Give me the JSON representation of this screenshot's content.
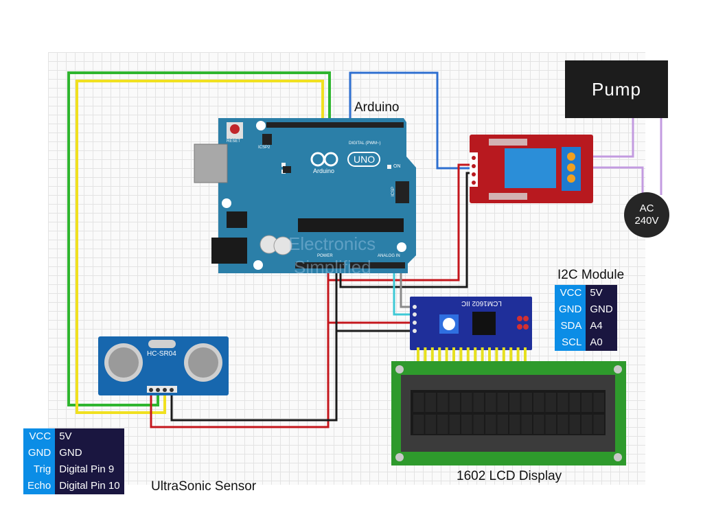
{
  "labels": {
    "arduino": "Arduino",
    "pump": "Pump",
    "ac_line1": "AC",
    "ac_line2": "240V",
    "i2c_title": "I2C Module",
    "lcd": "1602 LCD Display",
    "ultrasonic": "UltraSonic Sensor",
    "sensor_model": "HC-SR04",
    "i2c_model": "LCM1602 IIC",
    "uno_text": "UNO",
    "arduino_small": "Arduino",
    "reset": "RESET",
    "power": "POWER",
    "analog_in": "ANALOG IN",
    "digital": "DIGITAL (PWM~)",
    "icsp": "ICSP",
    "icsp2": "ICSP2",
    "on_label": "ON",
    "watermark_line1": "Electronics",
    "watermark_line2": "Simplified"
  },
  "i2c_pins": [
    {
      "key": "VCC",
      "value": "5V"
    },
    {
      "key": "GND",
      "value": "GND"
    },
    {
      "key": "SDA",
      "value": "A4"
    },
    {
      "key": "SCL",
      "value": "A0"
    }
  ],
  "sensor_pins": [
    {
      "key": "VCC",
      "value": "5V"
    },
    {
      "key": "GND",
      "value": "GND"
    },
    {
      "key": "Trig",
      "value": "Digital Pin 9"
    },
    {
      "key": "Echo",
      "value": "Digital Pin 10"
    }
  ],
  "colors": {
    "arduino_board": "#2b7fa8",
    "relay_board": "#b8191f",
    "i2c_board": "#1f2f9a",
    "lcd_pcb": "#2e9a2c",
    "sensor_board": "#1767ae",
    "wire_red": "#c4161c",
    "wire_black": "#1a1a1a",
    "wire_green": "#2fb52f",
    "wire_yellow": "#f0e020",
    "wire_blue": "#2d6fd0",
    "wire_purple": "#c39be0"
  }
}
